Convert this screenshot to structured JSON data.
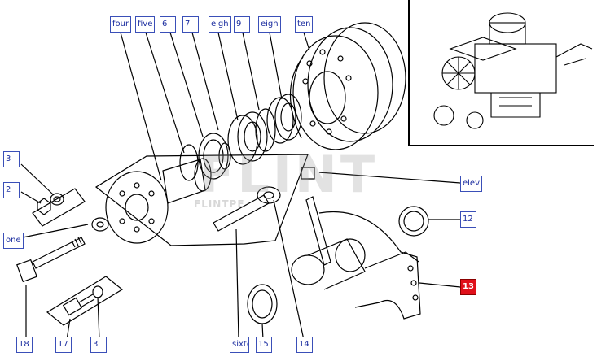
{
  "callouts": {
    "c_four": "four",
    "c_five": "five",
    "c_six": "6",
    "c_seven": "7",
    "c_eigh_a": "eigh",
    "c_nine": "9",
    "c_eigh_b": "eigh",
    "c_ten": "ten",
    "c_three_a": "3",
    "c_two": "2",
    "c_one": "one",
    "c_elev": "elev",
    "c_twelve": "12",
    "c_thirteen": "13",
    "c_eighteen": "18",
    "c_seventeen": "17",
    "c_three_b": "3",
    "c_sixte": "sixte",
    "c_fifteen": "15",
    "c_fourteen": "14"
  },
  "watermark": {
    "logo": "FLINT",
    "sub": "FLINTPE"
  },
  "colors": {
    "callout_border": "#3a4fb8",
    "callout_text": "#1c2ea0",
    "callout_active_bg": "#e0101a",
    "callout_active_text": "#ffffff",
    "line": "#000000"
  }
}
